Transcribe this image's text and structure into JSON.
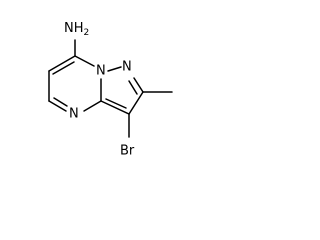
{
  "molecule": {
    "atom_labels": {
      "amine": "NH",
      "amine_subscript": "2",
      "n_bridge": "N",
      "n_pyrazole": "N",
      "n_pyrimidine": "N",
      "bromo": "Br"
    }
  }
}
